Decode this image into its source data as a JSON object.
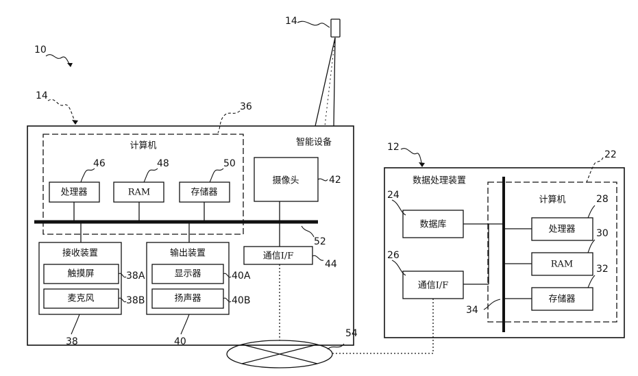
{
  "colors": {
    "line": "#111111",
    "background": "#ffffff"
  },
  "smart_device": {
    "title": "智能设备",
    "computer": {
      "title": "计算机",
      "processor": "处理器",
      "ram": "RAM",
      "storage": "存储器"
    },
    "camera": "摄像头",
    "receiver": {
      "title": "接收装置",
      "touchscreen": "触摸屏",
      "microphone": "麦克风"
    },
    "output": {
      "title": "输出装置",
      "display": "显示器",
      "speaker": "扬声器"
    },
    "comm_if": "通信I/F"
  },
  "data_processor": {
    "title": "数据处理装置",
    "database": "数据库",
    "comm_if": "通信I/F",
    "computer": {
      "title": "计算机",
      "processor": "处理器",
      "ram": "RAM",
      "storage": "存储器"
    }
  },
  "refs": {
    "system": "10",
    "data_processor": "12",
    "smart_device": "14",
    "sensor": "14",
    "computer_sd": "36",
    "receiver": "38",
    "touchscreen": "38A",
    "microphone": "38B",
    "output": "40",
    "display": "40A",
    "speaker": "40B",
    "camera": "42",
    "comm_if_sd": "44",
    "processor_sd": "46",
    "ram_sd": "48",
    "storage_sd": "50",
    "bus_sd": "52",
    "network": "54",
    "computer_dp": "22",
    "database": "24",
    "comm_if_dp": "26",
    "processor_dp": "28",
    "ram_dp": "30",
    "storage_dp": "32",
    "bus_dp": "34"
  }
}
